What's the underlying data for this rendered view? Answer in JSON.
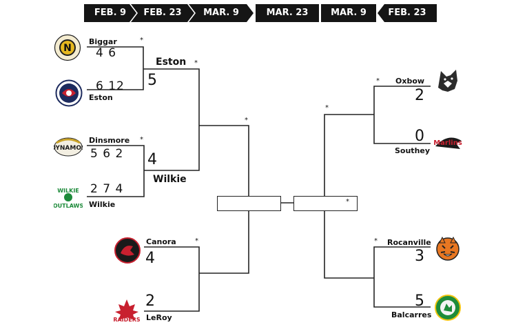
{
  "header": {
    "dates": [
      "FEB. 9",
      "FEB. 23",
      "MAR. 9",
      "MAR. 23",
      "MAR. 9",
      "FEB. 23"
    ]
  },
  "left": {
    "biggar": {
      "name": "Biggar",
      "scores": "4 6"
    },
    "eston": {
      "name": "Eston",
      "scores": "6 12"
    },
    "dinsmore": {
      "name": "Dinsmore",
      "scores": "5 6 2"
    },
    "wilkie": {
      "name": "Wilkie",
      "scores": "2 7 4"
    },
    "semi_top": {
      "name": "Eston",
      "score": "5"
    },
    "semi_bottom": {
      "name": "Wilkie",
      "score": "4"
    },
    "canora": {
      "name": "Canora",
      "score": "4"
    },
    "leroy": {
      "name": "LeRoy",
      "score": "2"
    }
  },
  "right": {
    "oxbow": {
      "name": "Oxbow",
      "score": "2"
    },
    "southey": {
      "name": "Southey",
      "score": "0"
    },
    "rocanville": {
      "name": "Rocanville",
      "score": "3"
    },
    "balcarres": {
      "name": "Balcarres",
      "score": "5"
    }
  },
  "markers": {
    "star": "*"
  },
  "colors": {
    "header_bg": "#151515",
    "header_text": "#ffffff",
    "line": "#222222"
  }
}
